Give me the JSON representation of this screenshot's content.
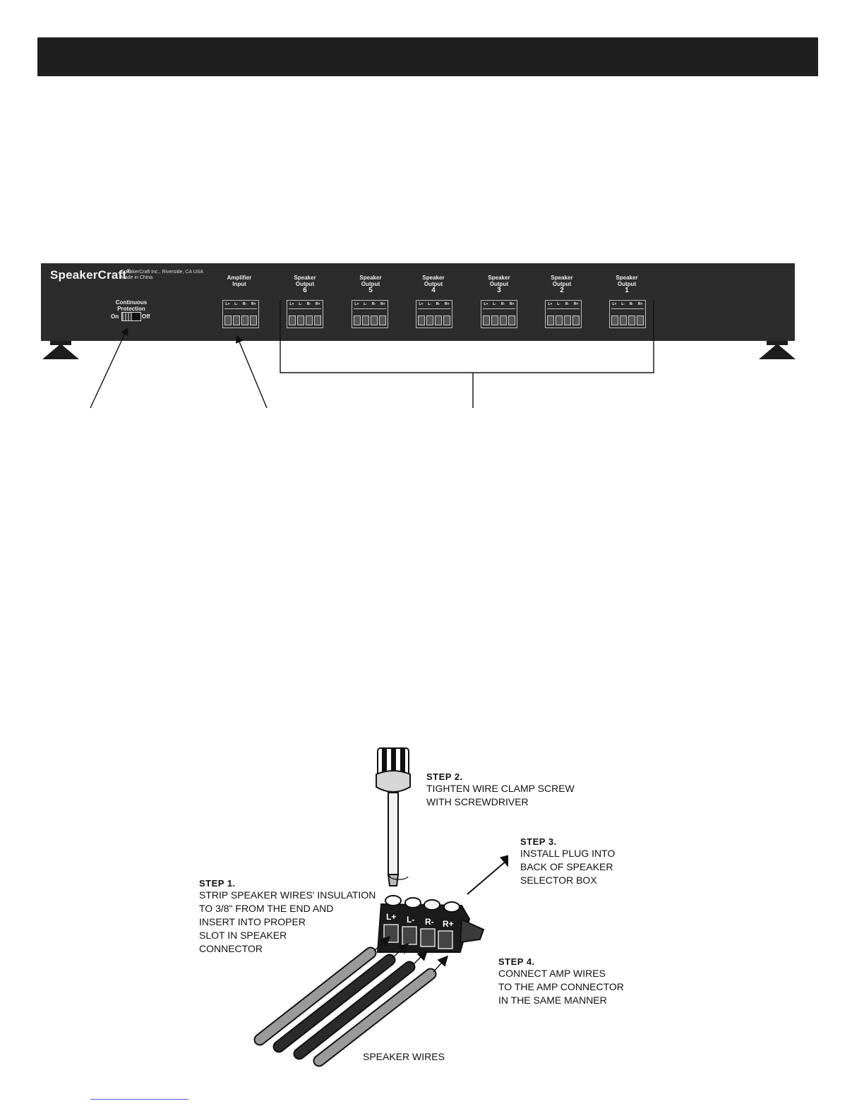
{
  "rear_panel": {
    "logo": "SpeakerCraft",
    "logo_mark": "®",
    "maker_line1": "SpeakerCraft Inc., Riverside, CA  USA",
    "maker_line2": "Made in China",
    "protection_line1": "Continuous",
    "protection_line2": "Protection",
    "switch_on": "On",
    "switch_off": "Off",
    "amp_line1": "Amplifier",
    "amp_line2": "Input",
    "outputs": [
      {
        "line1": "Speaker",
        "line2": "Output",
        "num": "6"
      },
      {
        "line1": "Speaker",
        "line2": "Output",
        "num": "5"
      },
      {
        "line1": "Speaker",
        "line2": "Output",
        "num": "4"
      },
      {
        "line1": "Speaker",
        "line2": "Output",
        "num": "3"
      },
      {
        "line1": "Speaker",
        "line2": "Output",
        "num": "2"
      },
      {
        "line1": "Speaker",
        "line2": "Output",
        "num": "1"
      }
    ],
    "terminal_labels": [
      "L+",
      "L-",
      "R-",
      "R+"
    ]
  },
  "steps": {
    "step2": {
      "title": "STEP 2.",
      "lines": [
        "TIGHTEN WIRE CLAMP SCREW",
        "WITH SCREWDRIVER"
      ]
    },
    "step3": {
      "title": "STEP 3.",
      "lines": [
        "INSTALL PLUG INTO",
        "BACK OF SPEAKER",
        "SELECTOR BOX"
      ]
    },
    "step1": {
      "title": "STEP 1.",
      "lines": [
        "STRIP SPEAKER WIRES' INSULATION",
        "TO 3/8\" FROM THE END AND",
        "INSERT INTO PROPER",
        "SLOT IN SPEAKER",
        "CONNECTOR"
      ]
    },
    "step4": {
      "title": "STEP 4.",
      "lines": [
        "CONNECT AMP WIRES",
        "TO THE AMP CONNECTOR",
        "IN THE SAME MANNER"
      ]
    }
  },
  "connector_labels": [
    "L+",
    "L-",
    "R-",
    "R+"
  ],
  "speaker_wires_caption": "SPEAKER WIRES"
}
